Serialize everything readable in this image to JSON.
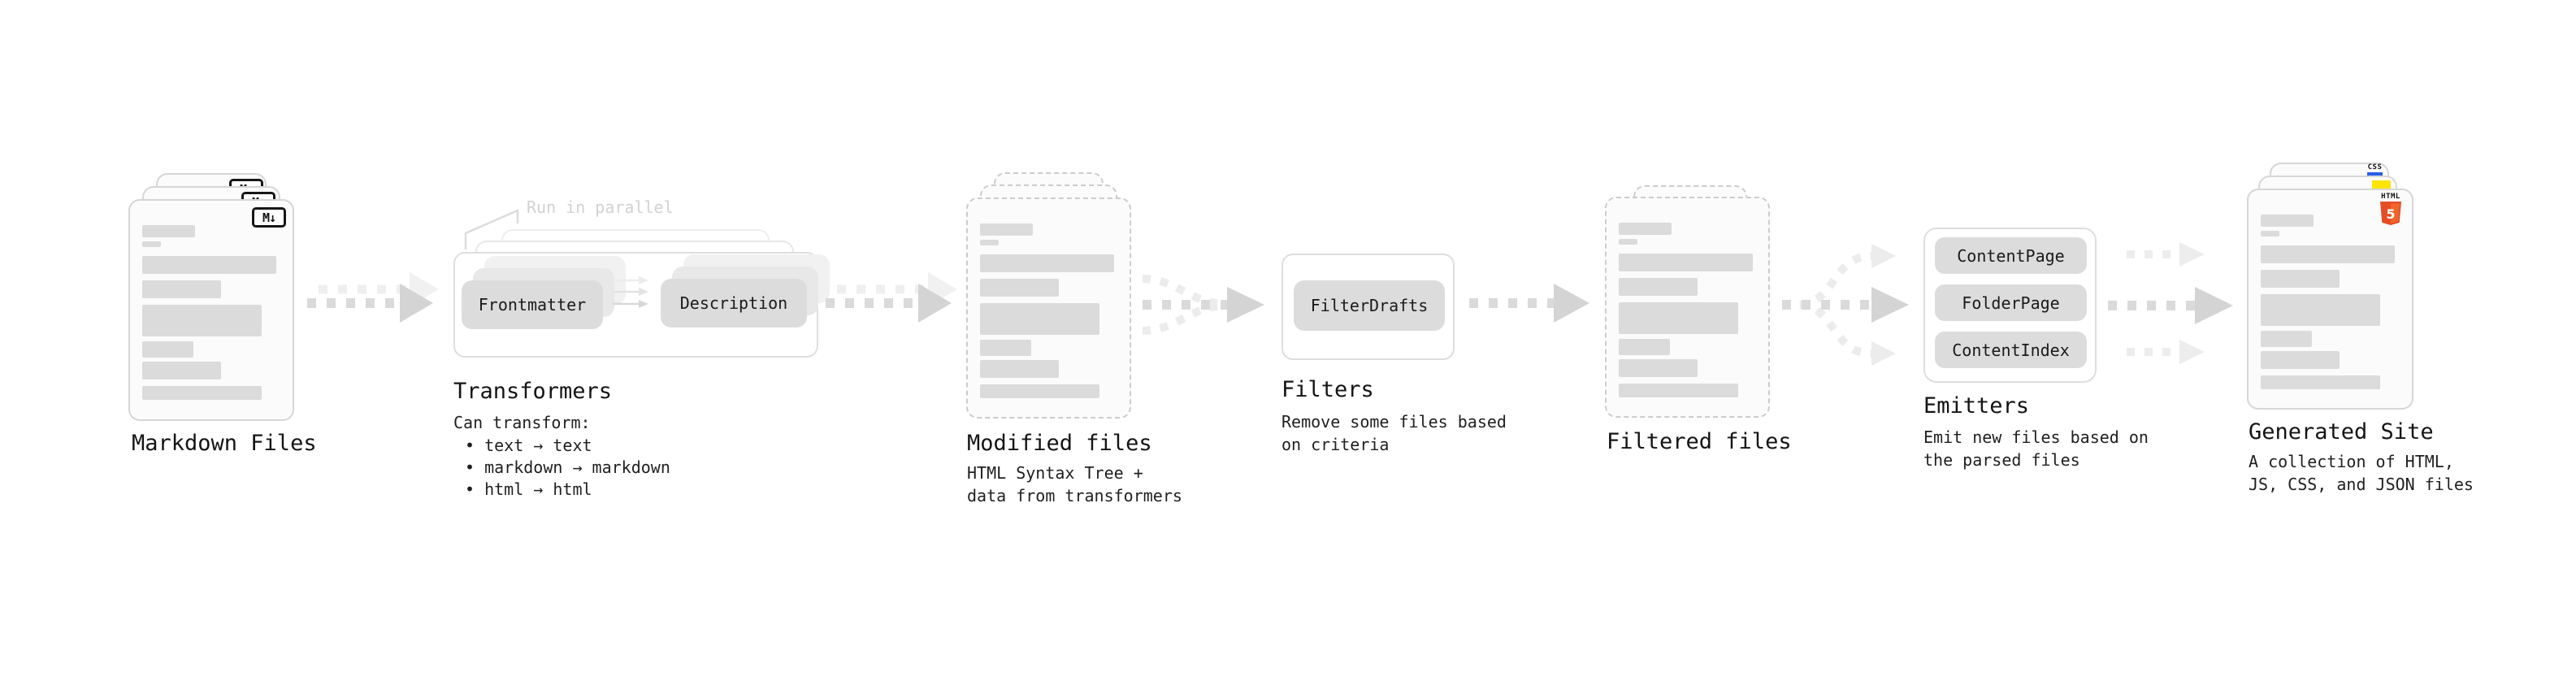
{
  "stages": {
    "markdown": {
      "title": "Markdown Files",
      "badge": "M↓"
    },
    "transformers": {
      "title": "Transformers",
      "annotation": "Run in parallel",
      "node1": "Frontmatter",
      "node2": "Description",
      "sub": "Can transform:",
      "bullet1": "• text → text",
      "bullet2": "• markdown → markdown",
      "bullet3": "• html → html"
    },
    "modified": {
      "title": "Modified files",
      "sub1": "HTML Syntax Tree +",
      "sub2": "data from transformers"
    },
    "filters": {
      "title": "Filters",
      "node1": "FilterDrafts",
      "sub1": "Remove some files based",
      "sub2": "on criteria"
    },
    "filtered": {
      "title": "Filtered files"
    },
    "emitters": {
      "title": "Emitters",
      "node1": "ContentPage",
      "node2": "FolderPage",
      "node3": "ContentIndex",
      "sub1": "Emit new files based on",
      "sub2": "the parsed files"
    },
    "site": {
      "title": "Generated Site",
      "sub1": "A collection of HTML,",
      "sub2": "JS, CSS, and JSON files",
      "css_badge": "CSS",
      "html_badge_word": "HTML",
      "html_badge_number": "5"
    }
  },
  "colors": {
    "html5_orange": "#e44d26",
    "html5_orange_light": "#f16529",
    "js_yellow": "#ffe400",
    "css_blue": "#2760e8",
    "doc_bar_gray": "#dbdbdb",
    "arrow_gray": "#d4d4d4",
    "arrow_gray_light": "#ececec",
    "annotation_gray": "#d2d2d2"
  }
}
